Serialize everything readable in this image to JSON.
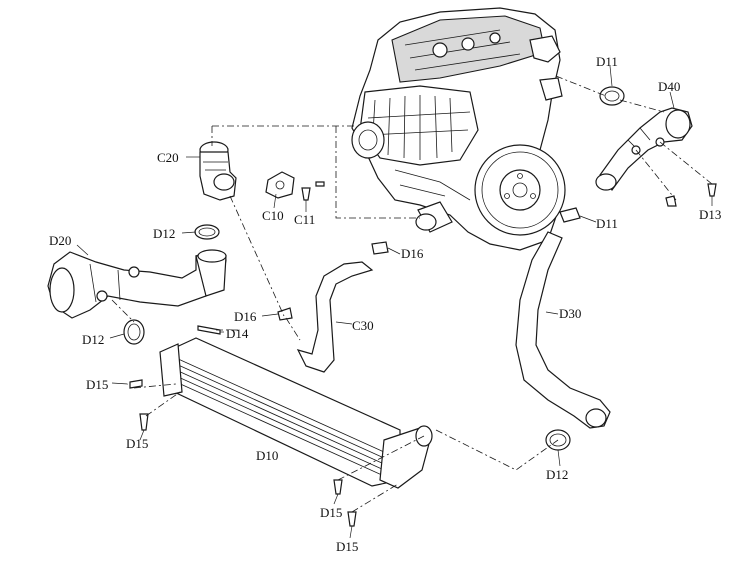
{
  "labels": {
    "c20": "C20",
    "c10": "C10",
    "c11": "C11",
    "c30": "C30",
    "d10": "D10",
    "d11_top": "D11",
    "d11_mid": "D11",
    "d12_a": "D12",
    "d12_b": "D12",
    "d12_c": "D12",
    "d13": "D13",
    "d14": "D14",
    "d15_a": "D15",
    "d15_b": "D15",
    "d15_c": "D15",
    "d15_d": "D15",
    "d16_a": "D16",
    "d16_b": "D16",
    "d20": "D20",
    "d30": "D30",
    "d40": "D40"
  }
}
